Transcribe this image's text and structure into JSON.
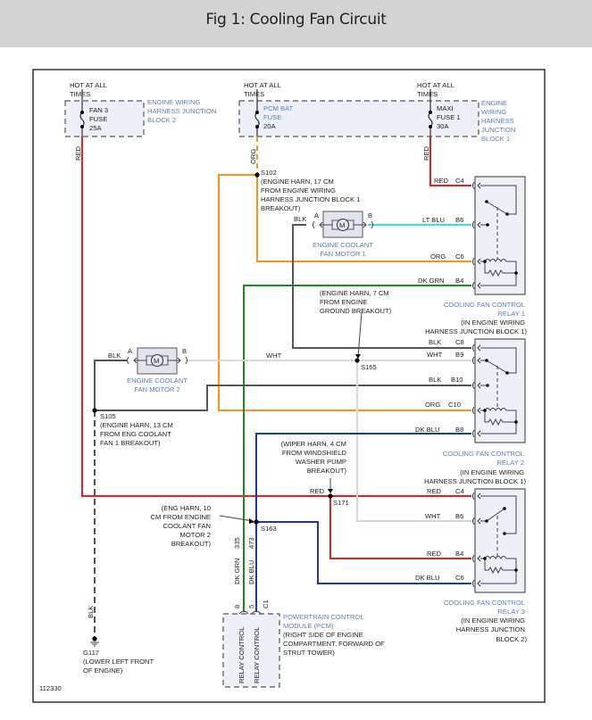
{
  "header": {
    "title": "Fig 1: Cooling Fan Circuit"
  },
  "figure_id": "112330",
  "colors": {
    "red": "#ee1c1c",
    "orange": "#f7941d",
    "green": "#1a8a1a",
    "dk_blue": "#1f3a9a",
    "lt_blue": "#33e0ee",
    "black_wire": "#555555",
    "white_wire": "#d9d9d9",
    "label_blue": "#5a7fb8"
  },
  "fuses": {
    "fan3": {
      "hot": [
        "HOT AT ALL",
        "TIMES"
      ],
      "label": [
        "FAN 3",
        "FUSE",
        "25A"
      ],
      "block": [
        "ENGINE WIRING",
        "HARNESS JUNCTION",
        "BLOCK 2"
      ],
      "wire": "RED"
    },
    "pcm_bat": {
      "hot": [
        "HOT AT ALL",
        "TIMES"
      ],
      "label": [
        "PCM BAT",
        "FUSE",
        "20A"
      ],
      "wire": "ORG"
    },
    "maxi1": {
      "hot": [
        "HOT AT ALL",
        "TIMES"
      ],
      "label": [
        "MAXI",
        "FUSE 1",
        "30A"
      ],
      "block": [
        "ENGINE",
        "WIRING",
        "HARNESS",
        "JUNCTION",
        "BLOCK 1"
      ],
      "wire": "RED"
    }
  },
  "splices": {
    "s102": {
      "id": "S102",
      "desc": [
        "(ENGINE HARN, 17 CM",
        "FROM ENGINE WIRING",
        "HARNESS JUNCTION BLOCK 1",
        "BREAKOUT)"
      ]
    },
    "s165": {
      "id": "S165",
      "desc": [
        "(ENGINE HARN, 7 CM",
        "FROM ENGINE",
        "GROUND BREAKOUT)"
      ]
    },
    "s105": {
      "id": "S105",
      "desc": [
        "(ENGINE HARN, 13 CM",
        "FROM ENG COOLANT",
        "FAN 1 BREAKOUT)"
      ]
    },
    "s171": {
      "id": "S171",
      "desc": [
        "(WIPER HARN, 4 CM",
        "FROM WINDSHIELD",
        "WASHER PUMP",
        "BREAKOUT)"
      ],
      "wire": "RED"
    },
    "s163": {
      "id": "S163",
      "desc": [
        "(ENG HARN, 10",
        "CM FROM ENGINE",
        "COOLANT FAN",
        "MOTOR 2",
        "BREAKOUT)"
      ]
    }
  },
  "motors": {
    "m1": {
      "symbol": "M",
      "pin_a": "A",
      "pin_b": "B",
      "wire_a": "BLK",
      "wire_b": "LT BLU",
      "name": [
        "ENGINE COOLANT",
        "FAN MOTOR 1"
      ]
    },
    "m2": {
      "symbol": "M",
      "pin_a": "A",
      "pin_b": "B",
      "wire_a": "BLK",
      "wire_b": "WHT",
      "name": [
        "ENGINE COOLANT",
        "FAN MOTOR 2"
      ]
    }
  },
  "relays": [
    {
      "name": [
        "COOLING FAN CONTROL",
        "RELAY 1"
      ],
      "location": [
        "(IN ENGINE WIRING",
        "HARNESS JUNCTION BLOCK 1)"
      ],
      "pins": [
        {
          "wire": "RED",
          "pin": "C4"
        },
        {
          "wire": "LT BLU",
          "pin": "B6"
        },
        {
          "wire": "ORG",
          "pin": "C6"
        },
        {
          "wire": "DK GRN",
          "pin": "B4"
        }
      ]
    },
    {
      "name": [
        "COOLING FAN CONTROL",
        "RELAY 2"
      ],
      "location": [
        "(IN ENGINE WIRING",
        "HARNESS JUNCTION BLOCK 1)"
      ],
      "pins": [
        {
          "wire": "BLK",
          "pin": "C8"
        },
        {
          "wire": "WHT",
          "pin": "B9"
        },
        {
          "wire": "BLK",
          "pin": "B10"
        },
        {
          "wire": "ORG",
          "pin": "C10"
        },
        {
          "wire": "DK BLU",
          "pin": "B8"
        }
      ]
    },
    {
      "name": [
        "COOLING FAN CONTROL",
        "RELAY 3"
      ],
      "location": [
        "(IN ENGINE WIRING",
        "HARNESS JUNCTION",
        "BLOCK 2)"
      ],
      "pins": [
        {
          "wire": "RED",
          "pin": "C4"
        },
        {
          "wire": "WHT",
          "pin": "B6"
        },
        {
          "wire": "RED",
          "pin": "B4"
        },
        {
          "wire": "DK BLU",
          "pin": "C6"
        }
      ]
    }
  ],
  "pcm": {
    "name": [
      "POWERTRAIN CONTROL",
      "MODULE (PCM)"
    ],
    "location": [
      "(RIGHT SIDE OF ENGINE",
      "COMPARTMENT, FORWARD OF",
      "STRUT TOWER)"
    ],
    "connector": "C1",
    "pins": [
      {
        "pin": "8",
        "circuit": "335",
        "wire": "DK GRN",
        "function": "RELAY CONTROL"
      },
      {
        "pin": "5",
        "circuit": "473",
        "wire": "DK BLU",
        "function": "RELAY CONTROL"
      }
    ]
  },
  "ground": {
    "id": "G117",
    "desc": [
      "(LOWER LEFT FRONT",
      "OF ENGINE)"
    ],
    "wire": "BLK"
  }
}
